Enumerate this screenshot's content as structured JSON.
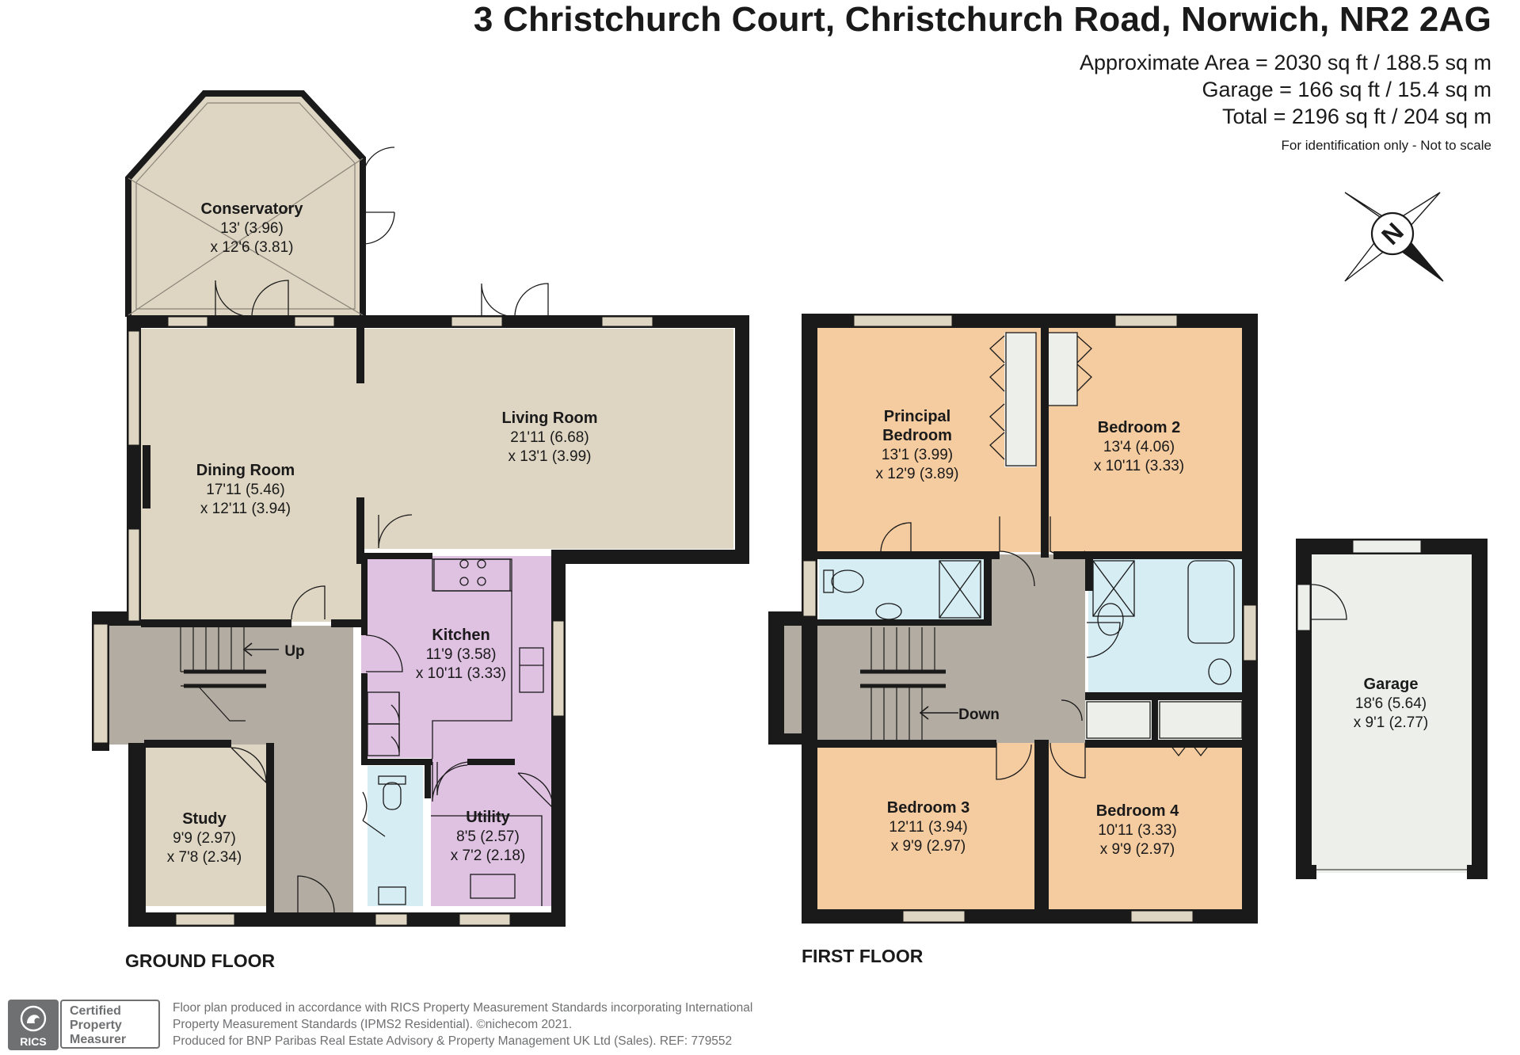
{
  "header": {
    "title": "3 Christchurch Court, Christchurch Road, Norwich, NR2 2AG",
    "area_lines": [
      "Approximate Area = 2030 sq ft / 188.5 sq m",
      "Garage = 166 sq ft / 15.4 sq m",
      "Total = 2196 sq ft / 204 sq m"
    ],
    "note": "For identification only - Not to scale"
  },
  "compass": {
    "letter": "N"
  },
  "colors": {
    "wall": "#1a1a1a",
    "beige": "#ded6c3",
    "hall": "#b3aca2",
    "kitchen": "#dfc1e2",
    "bathroom": "#d6edf4",
    "bedroom": "#f5cba0",
    "garage": "#edefea",
    "conservatory": "#ded6c3",
    "window": "#ded6c3"
  },
  "ground_floor": {
    "label": "GROUND FLOOR",
    "stairs_label": "Up",
    "rooms": [
      {
        "name": "Conservatory",
        "dims": [
          "13' (3.96)",
          "x 12'6 (3.81)"
        ]
      },
      {
        "name": "Dining Room",
        "dims": [
          "17'11 (5.46)",
          "x 12'11 (3.94)"
        ]
      },
      {
        "name": "Living Room",
        "dims": [
          "21'11 (6.68)",
          "x 13'1 (3.99)"
        ]
      },
      {
        "name": "Kitchen",
        "dims": [
          "11'9 (3.58)",
          "x 10'11 (3.33)"
        ]
      },
      {
        "name": "Utility",
        "dims": [
          "8'5 (2.57)",
          "x 7'2 (2.18)"
        ]
      },
      {
        "name": "Study",
        "dims": [
          "9'9 (2.97)",
          "x 7'8 (2.34)"
        ]
      }
    ]
  },
  "first_floor": {
    "label": "FIRST FLOOR",
    "stairs_label": "Down",
    "rooms": [
      {
        "name": "Principal",
        "name2": "Bedroom",
        "dims": [
          "13'1 (3.99)",
          "x 12'9 (3.89)"
        ]
      },
      {
        "name": "Bedroom 2",
        "dims": [
          "13'4 (4.06)",
          "x 10'11 (3.33)"
        ]
      },
      {
        "name": "Bedroom 3",
        "dims": [
          "12'11 (3.94)",
          "x 9'9 (2.97)"
        ]
      },
      {
        "name": "Bedroom 4",
        "dims": [
          "10'11 (3.33)",
          "x 9'9 (2.97)"
        ]
      }
    ]
  },
  "garage": {
    "name": "Garage",
    "dims": [
      "18'6 (5.64)",
      "x 9'1 (2.77)"
    ]
  },
  "footer": {
    "cert_lines": [
      "Certified",
      "Property",
      "Measurer"
    ],
    "logo_text": "RICS",
    "lines": [
      "Floor plan produced in accordance with RICS Property Measurement Standards incorporating International",
      "Property Measurement Standards (IPMS2 Residential).   ©nichecom 2021.",
      "Produced for BNP Paribas Real Estate Advisory & Property Management UK Ltd (Sales).   REF:  779552"
    ]
  }
}
